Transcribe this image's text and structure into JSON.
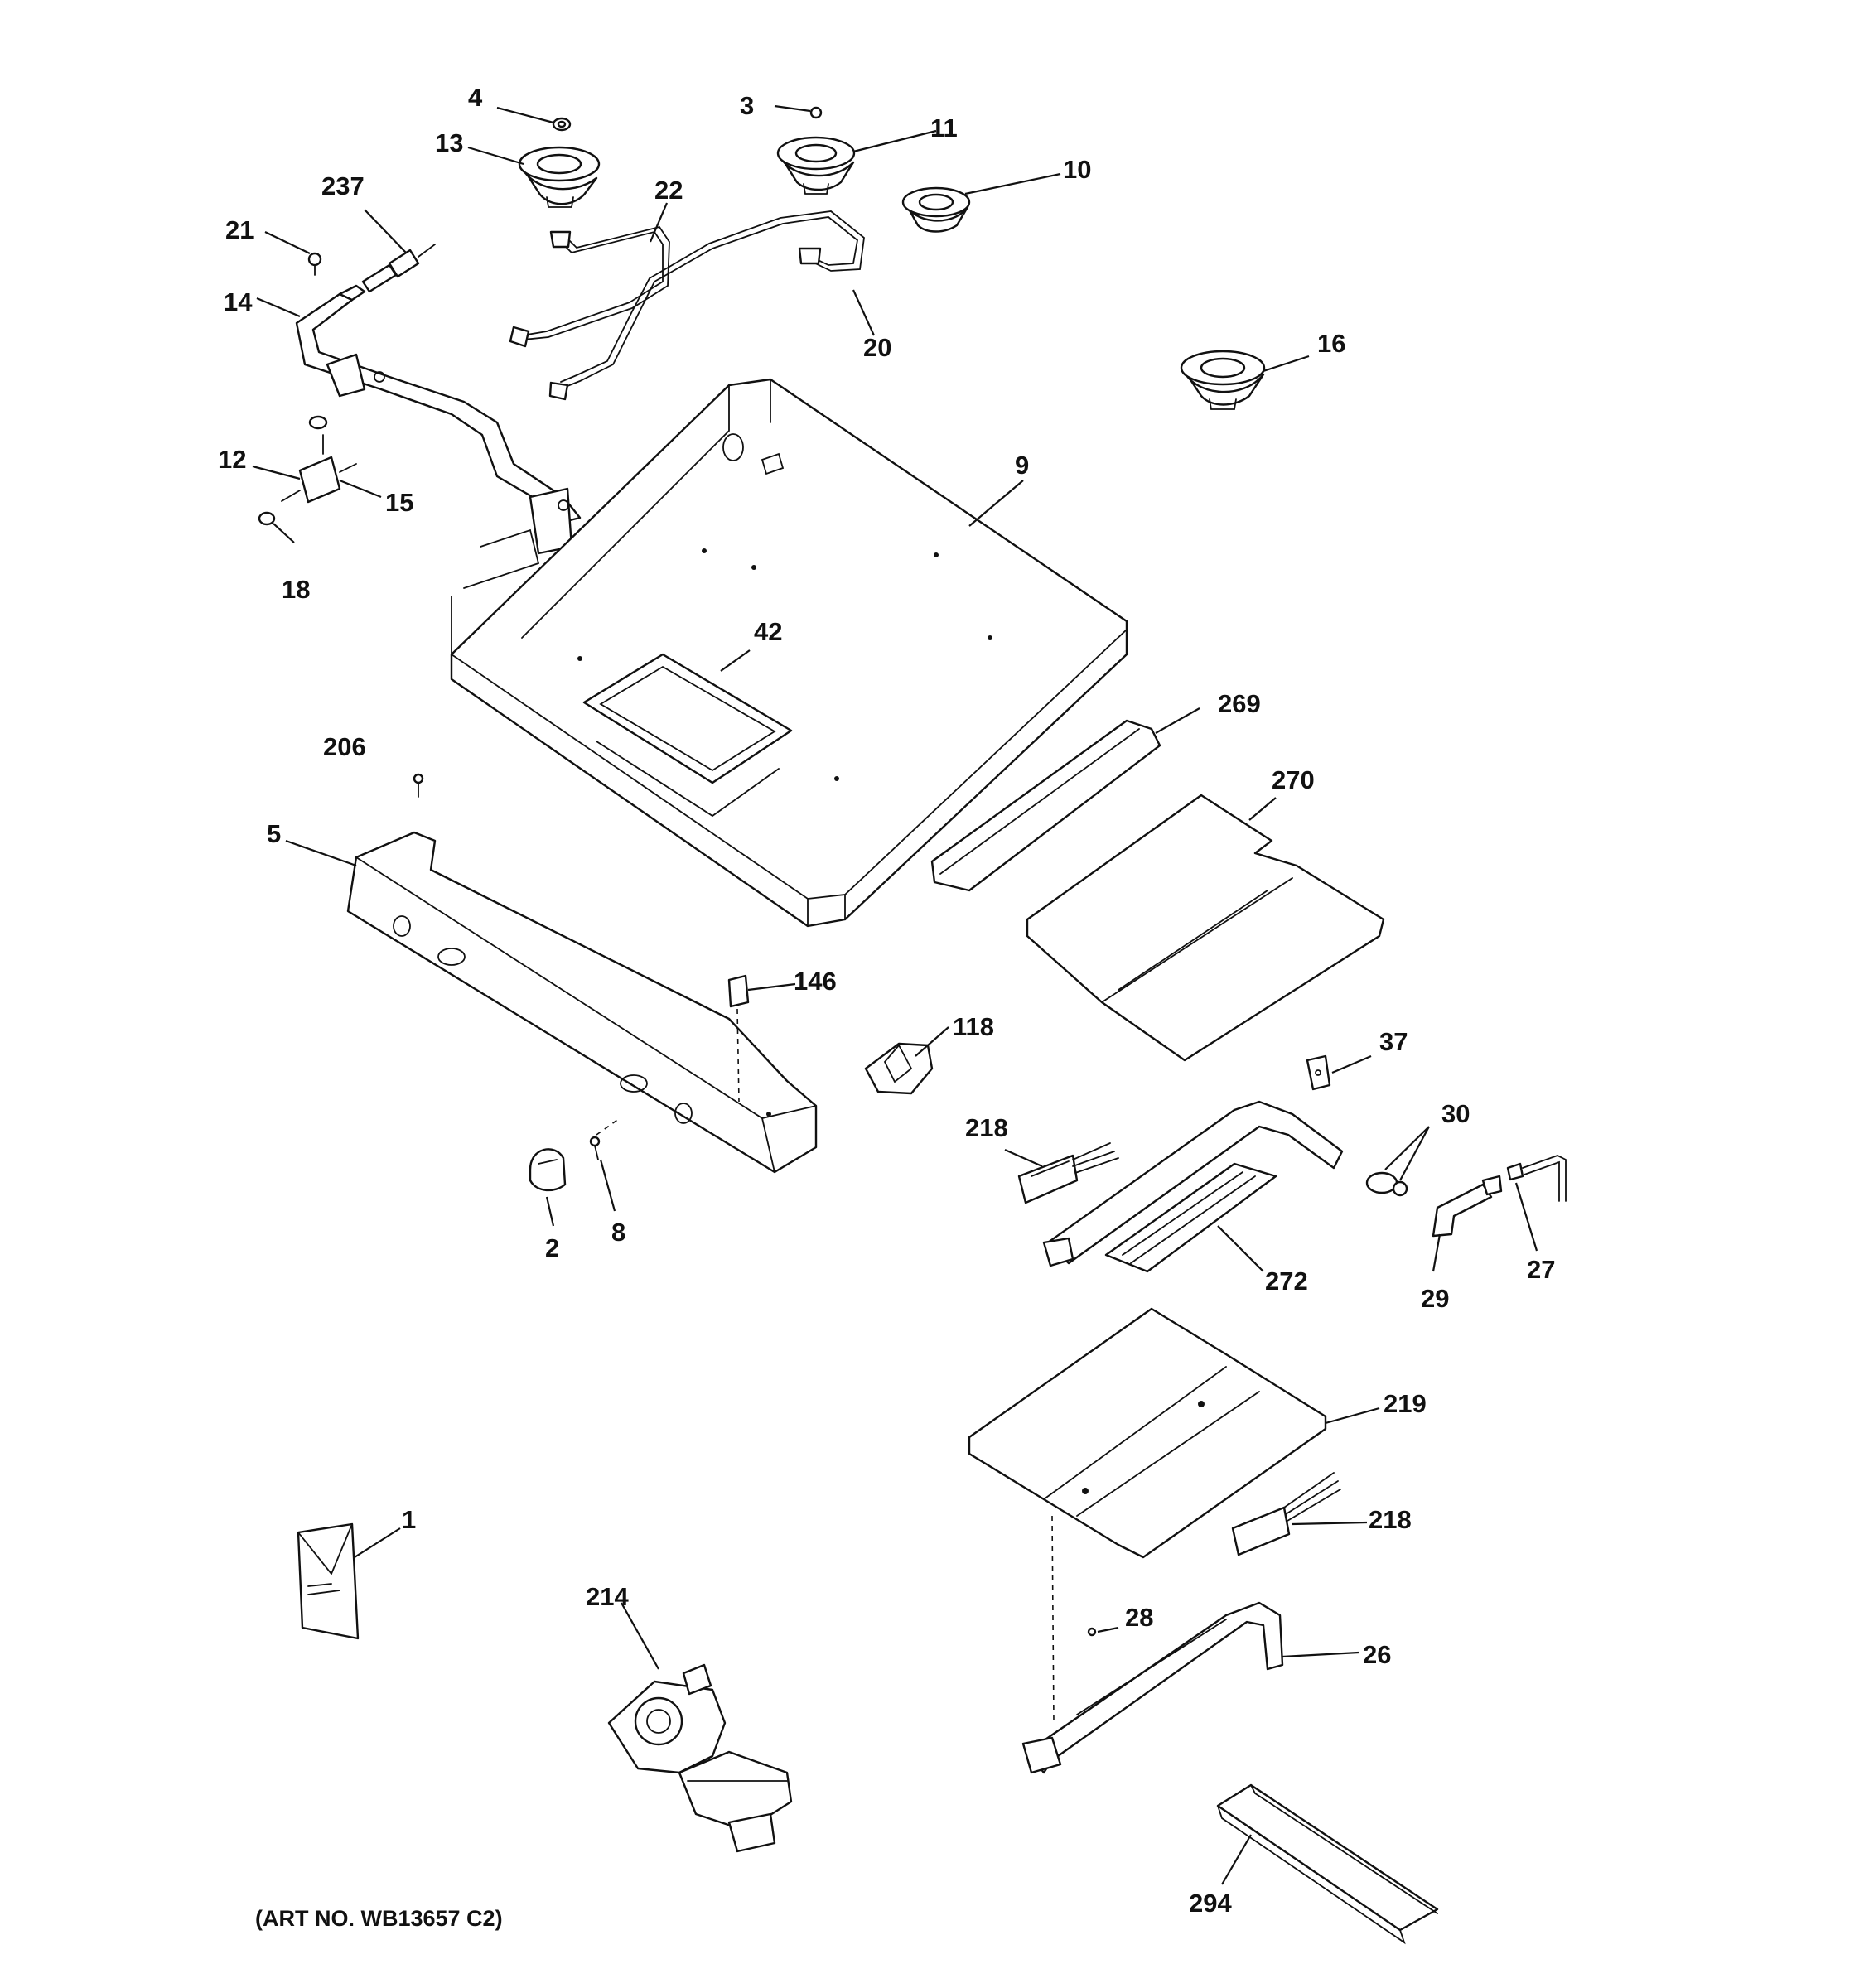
{
  "labels": {
    "p4": "4",
    "p3": "3",
    "p13": "13",
    "p11": "11",
    "p10": "10",
    "p237": "237",
    "p22": "22",
    "p21": "21",
    "p14": "14",
    "p20": "20",
    "p16": "16",
    "p12": "12",
    "p15": "15",
    "p9": "9",
    "p18": "18",
    "p42": "42",
    "p269": "269",
    "p206": "206",
    "p270": "270",
    "p5": "5",
    "p146": "146",
    "p118": "118",
    "p37": "37",
    "p30": "30",
    "p218a": "218",
    "p2": "2",
    "p8": "8",
    "p272": "272",
    "p29": "29",
    "p27": "27",
    "p219": "219",
    "p1": "1",
    "p218b": "218",
    "p214": "214",
    "p28": "28",
    "p26": "26",
    "p294": "294"
  },
  "art_number": "(ART NO. WB13657 C2)"
}
